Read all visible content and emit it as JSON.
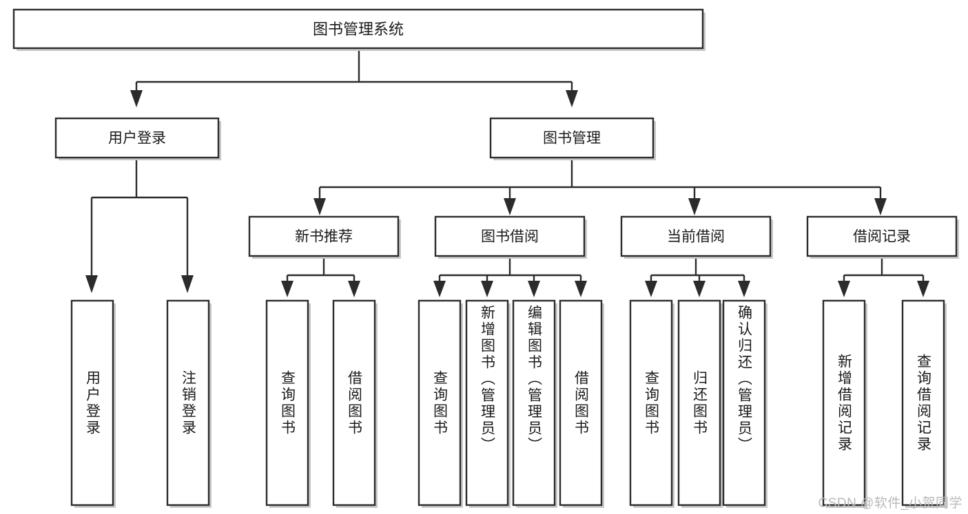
{
  "diagram": {
    "type": "tree",
    "title_node": {
      "label": "图书管理系统"
    },
    "level2": [
      {
        "label": "用户登录"
      },
      {
        "label": "图书管理"
      }
    ],
    "level3": [
      {
        "label": "新书推荐"
      },
      {
        "label": "图书借阅"
      },
      {
        "label": "当前借阅"
      },
      {
        "label": "借阅记录"
      }
    ],
    "leaves": {
      "user_login": [
        {
          "label": "用户登录"
        },
        {
          "label": "注销登录"
        }
      ],
      "new_book_recommend": [
        {
          "label": "查询图书"
        },
        {
          "label": "借阅图书"
        }
      ],
      "book_borrow": [
        {
          "label": "查询图书"
        },
        {
          "label": "新增图书（管理员）"
        },
        {
          "label": "编辑图书（管理员）"
        },
        {
          "label": "借阅图书"
        }
      ],
      "current_borrow": [
        {
          "label": "查询图书"
        },
        {
          "label": "归还图书"
        },
        {
          "label": "确认归还（管理员）"
        }
      ],
      "borrow_record": [
        {
          "label": "新增借阅记录"
        },
        {
          "label": "查询借阅记录"
        }
      ]
    }
  },
  "watermark": {
    "text": "CSDN @软件_小贺同学"
  },
  "colors": {
    "box_stroke": "#2b2b2b",
    "box_fill": "#ffffff",
    "text": "#1a1a1a",
    "watermark": "#b9b9b9",
    "background": "#ffffff"
  }
}
